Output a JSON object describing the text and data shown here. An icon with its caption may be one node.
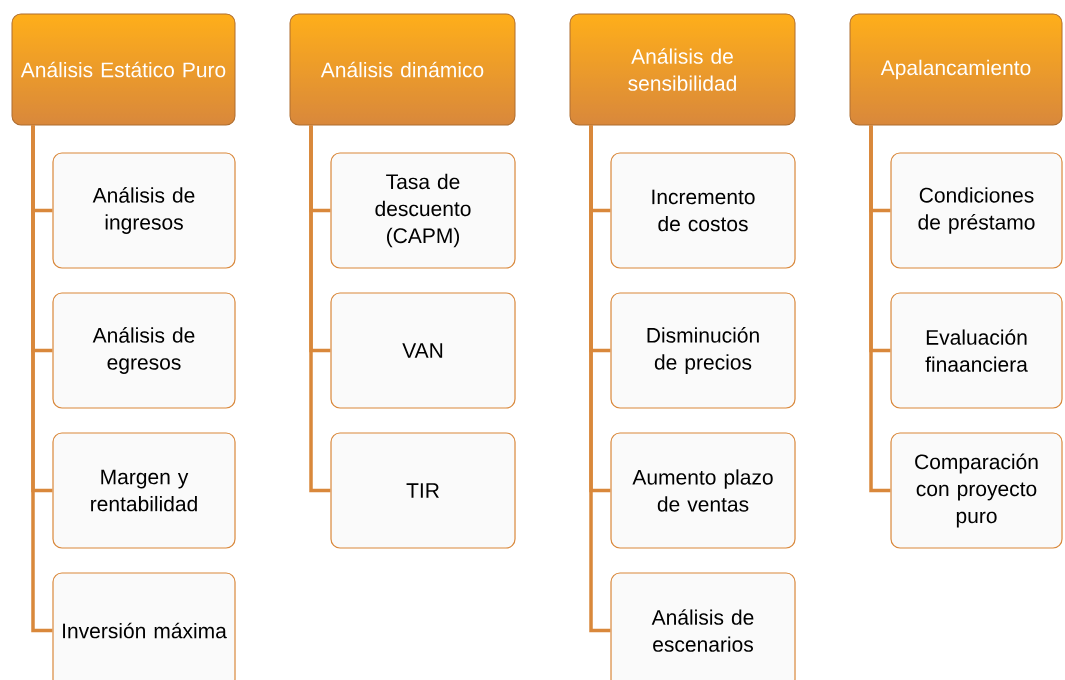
{
  "diagram": {
    "nodes": [
      {
        "text": [
          "Análisis Estático Puro"
        ]
      },
      {
        "text": [
          "Análisis de ingresos"
        ]
      },
      {
        "text": [
          "Análisis de egresos"
        ]
      },
      {
        "text": [
          "Margen y rentabilidad"
        ]
      },
      {
        "text": [
          "Inversión máxima"
        ]
      },
      {
        "text": [
          "Análisis dinámico"
        ]
      },
      {
        "text": [
          "Tasa de descuento (CAPM)"
        ]
      },
      {
        "text": [
          "VAN"
        ]
      },
      {
        "text": [
          "TIR"
        ]
      },
      {
        "text": [
          "Análisis de sensibilidad"
        ]
      },
      {
        "text": [
          "Incremento de costos"
        ]
      },
      {
        "text": [
          "Disminución de precios"
        ]
      },
      {
        "text": [
          "Aumento plazo de ventas"
        ]
      },
      {
        "text": [
          "Análisis de escenarios"
        ]
      },
      {
        "text": [
          "Apalancamiento"
        ]
      },
      {
        "text": [
          "Condiciones de préstamo"
        ]
      },
      {
        "text": [
          "Evaluación finaanciera"
        ]
      },
      {
        "text": [
          "Comparación con proyecto puro"
        ]
      }
    ],
    "edges": [
      {
        "from": 0,
        "to": 1,
        "arrow": "none"
      },
      {
        "from": 0,
        "to": 2,
        "arrow": "none"
      },
      {
        "from": 0,
        "to": 3,
        "arrow": "none"
      },
      {
        "from": 0,
        "to": 4,
        "arrow": "none"
      },
      {
        "from": 5,
        "to": 6,
        "arrow": "none"
      },
      {
        "from": 5,
        "to": 7,
        "arrow": "none"
      },
      {
        "from": 5,
        "to": 8,
        "arrow": "none"
      },
      {
        "from": 9,
        "to": 10,
        "arrow": "none"
      },
      {
        "from": 9,
        "to": 11,
        "arrow": "none"
      },
      {
        "from": 9,
        "to": 12,
        "arrow": "none"
      },
      {
        "from": 9,
        "to": 13,
        "arrow": "none"
      },
      {
        "from": 14,
        "to": 15,
        "arrow": "none"
      },
      {
        "from": 14,
        "to": 16,
        "arrow": "none"
      },
      {
        "from": 14,
        "to": 17,
        "arrow": "none"
      }
    ]
  }
}
